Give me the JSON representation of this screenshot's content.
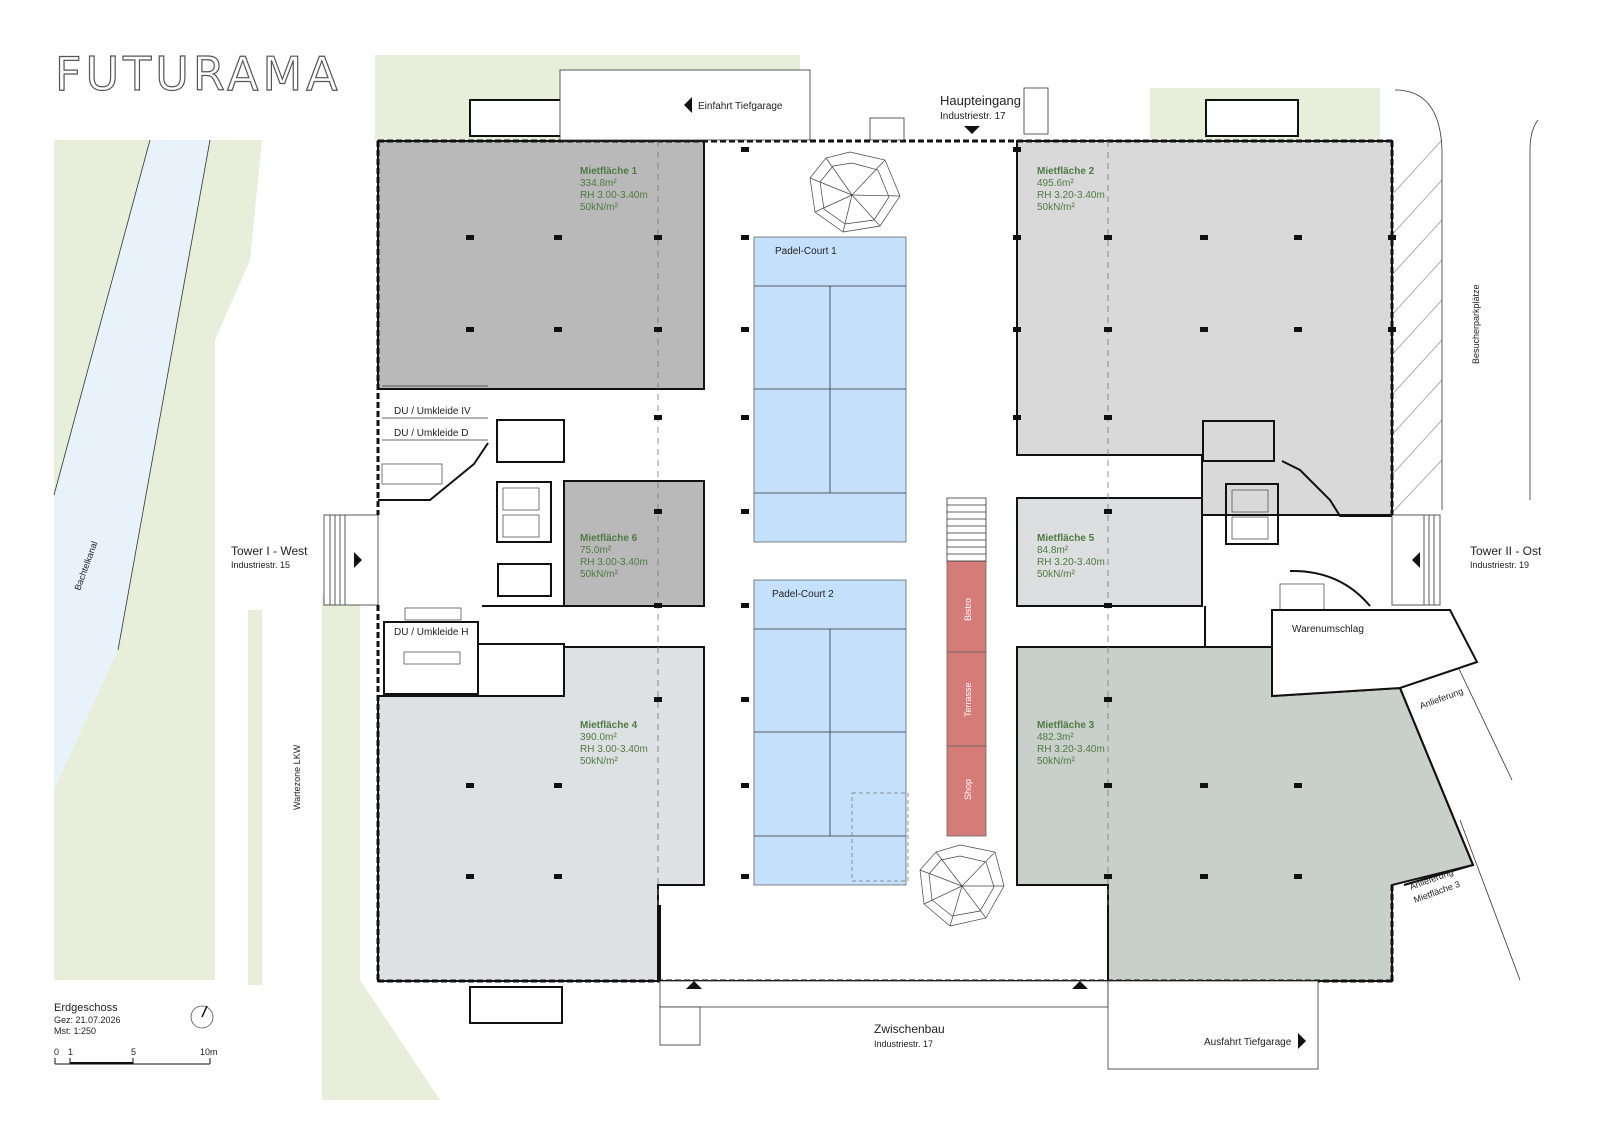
{
  "brand": {
    "logo_text": "FUTURAMA"
  },
  "plan_info": {
    "title": "Erdgeschoss",
    "drawn": "Gez: 21.07.2026",
    "scale": "Mst: 1:250",
    "scalebar_labels": [
      "0",
      "1",
      "5",
      "10m"
    ]
  },
  "entrances": {
    "main_title": "Haupteingang",
    "main_address": "Industriestr. 17",
    "garage_in": "Einfahrt Tiefgarage",
    "garage_out": "Ausfahrt Tiefgarage",
    "west_title": "Tower I - West",
    "west_address": "Industriestr. 15",
    "east_title": "Tower II - Ost",
    "east_address": "Industriestr. 19",
    "south_title": "Zwischenbau",
    "south_address": "Industriestr. 17"
  },
  "site_labels": {
    "canal": "Bachtelkanal",
    "truck_zone": "Wartezone LKW",
    "visitor_parking": "Besucherparkplätze",
    "delivery": "Anlieferung",
    "delivery_unit3_line1": "Anlieferung",
    "delivery_unit3_line2": "Mietfläche 3",
    "goods": "Warenumschlag"
  },
  "rooms": {
    "umkleide_iv": "DU / Umkleide IV",
    "umkleide_d": "DU / Umkleide D",
    "umkleide_h": "DU / Umkleide H"
  },
  "courts": [
    "Padel-Court 1",
    "Padel-Court 2"
  ],
  "strip": [
    "Bistro",
    "Terrasse",
    "Shop"
  ],
  "units": [
    {
      "name": "Mietfläche 1",
      "area": "334.8m²",
      "height": "RH 3.00-3.40m",
      "load": "50kN/m²",
      "fill": "#b9b9b9"
    },
    {
      "name": "Mietfläche 2",
      "area": "495.6m²",
      "height": "RH 3.20-3.40m",
      "load": "50kN/m²",
      "fill": "#d9d9d9"
    },
    {
      "name": "Mietfläche 3",
      "area": "482.3m²",
      "height": "RH 3.20-3.40m",
      "load": "50kN/m²",
      "fill": "#c9cfcb"
    },
    {
      "name": "Mietfläche 4",
      "area": "390.0m²",
      "height": "RH 3.00-3.40m",
      "load": "50kN/m²",
      "fill": "#dde1e3"
    },
    {
      "name": "Mietfläche 5",
      "area": "84.8m²",
      "height": "RH 3.20-3.40m",
      "load": "50kN/m²",
      "fill": "#dcdedf"
    },
    {
      "name": "Mietfläche 6",
      "area": "75.0m²",
      "height": "RH 3.00-3.40m",
      "load": "50kN/m²",
      "fill": "#b9b9b9"
    }
  ],
  "colors": {
    "court": "#c5e0fb",
    "strip": "#d57c78",
    "canal": "#e8f2fb",
    "green": "#e7efdb",
    "unit_text": "#4f7a43"
  }
}
